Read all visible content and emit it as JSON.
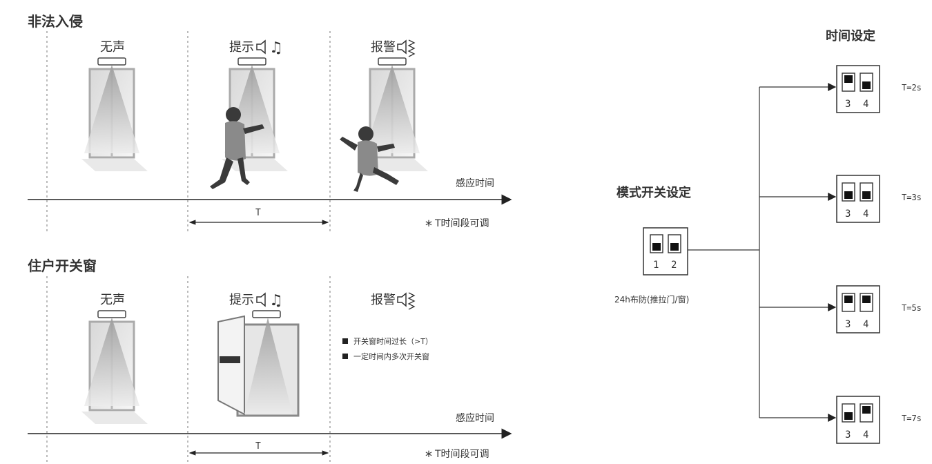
{
  "left": {
    "intrusion": {
      "title": "非法入侵",
      "silent": "无声",
      "prompt": "提示",
      "alarm": "报警",
      "sense_time": "感应时间",
      "t_label": "T",
      "t_note": "T时间段可调",
      "asterisk": "*"
    },
    "resident": {
      "title": "住户开关窗",
      "silent": "无声",
      "prompt": "提示",
      "alarm": "报警",
      "conditions": [
        "开关窗时间过长（>T）",
        "一定时间内多次开关窗"
      ],
      "sense_time": "感应时间",
      "t_label": "T",
      "t_note": "T时间段可调",
      "asterisk": "*"
    }
  },
  "right": {
    "time_title": "时间设定",
    "mode_title": "模式开关设定",
    "mode_switch": {
      "labels": [
        "1",
        "2"
      ],
      "caption": "24h布防(推拉门/窗)"
    },
    "time_settings": [
      {
        "labels": [
          "3",
          "4"
        ],
        "value": "T=2s"
      },
      {
        "labels": [
          "3",
          "4"
        ],
        "value": "T=3s"
      },
      {
        "labels": [
          "3",
          "4"
        ],
        "value": "T=5s"
      },
      {
        "labels": [
          "3",
          "4"
        ],
        "value": "T=7s"
      }
    ]
  }
}
